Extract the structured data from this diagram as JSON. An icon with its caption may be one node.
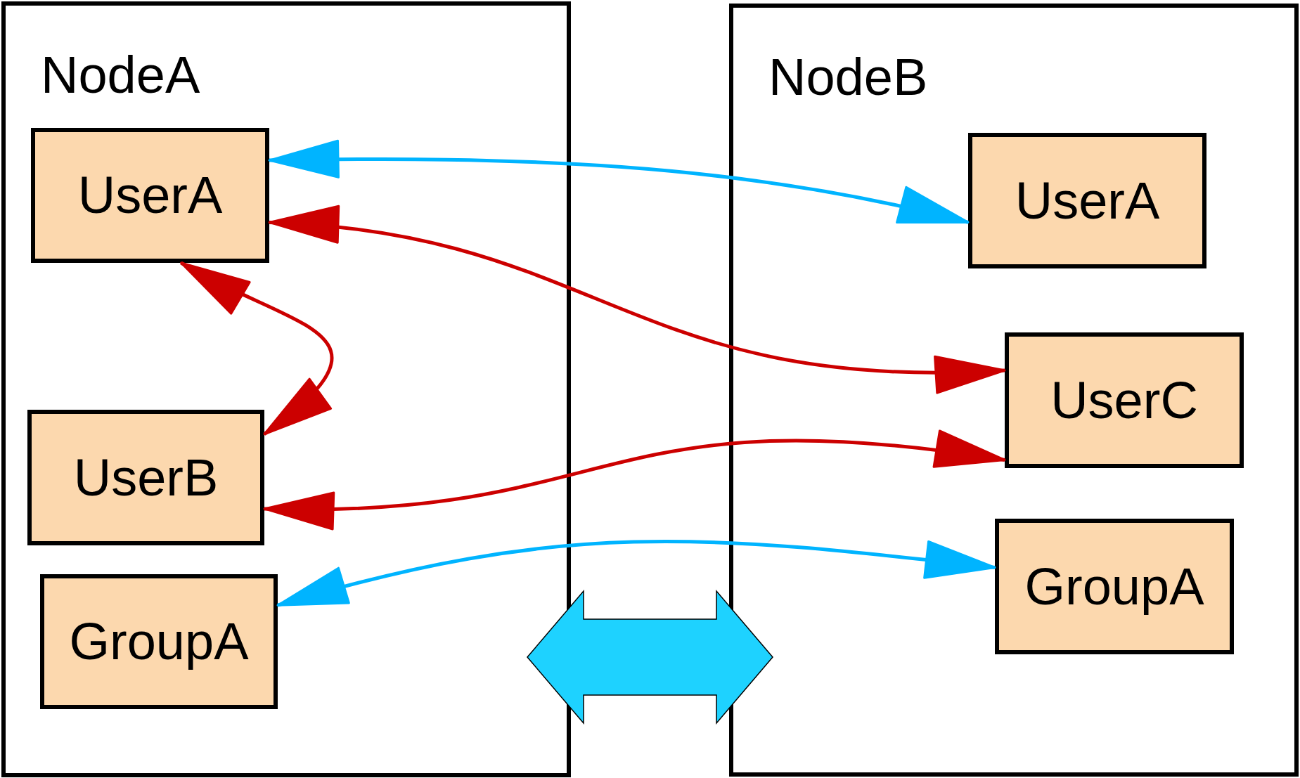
{
  "diagram": {
    "nodes": [
      {
        "text": [
          "NodeA"
        ]
      },
      {
        "text": [
          "UserA"
        ],
        "in": 0
      },
      {
        "text": [
          "UserB"
        ],
        "in": 0
      },
      {
        "text": [
          "GroupA"
        ],
        "in": 0
      },
      {
        "text": [
          "NodeB"
        ]
      },
      {
        "text": [
          "UserA"
        ],
        "in": 4
      },
      {
        "text": [
          "UserC"
        ],
        "in": 4
      },
      {
        "text": [
          "GroupA"
        ],
        "in": 4
      }
    ],
    "edges": [
      {
        "from": 1,
        "to": 5,
        "arrow": "both",
        "color": "#00b4ff"
      },
      {
        "from": 1,
        "to": 6,
        "arrow": "both",
        "color": "#cc0000"
      },
      {
        "from": 1,
        "to": 2,
        "arrow": "both",
        "color": "#cc0000"
      },
      {
        "from": 2,
        "to": 6,
        "arrow": "both",
        "color": "#cc0000"
      },
      {
        "from": 3,
        "to": 7,
        "arrow": "both",
        "color": "#00b4ff"
      },
      {
        "from": 0,
        "to": 4,
        "arrow": "both",
        "style": "thick",
        "color": "#1ed2ff"
      }
    ]
  }
}
